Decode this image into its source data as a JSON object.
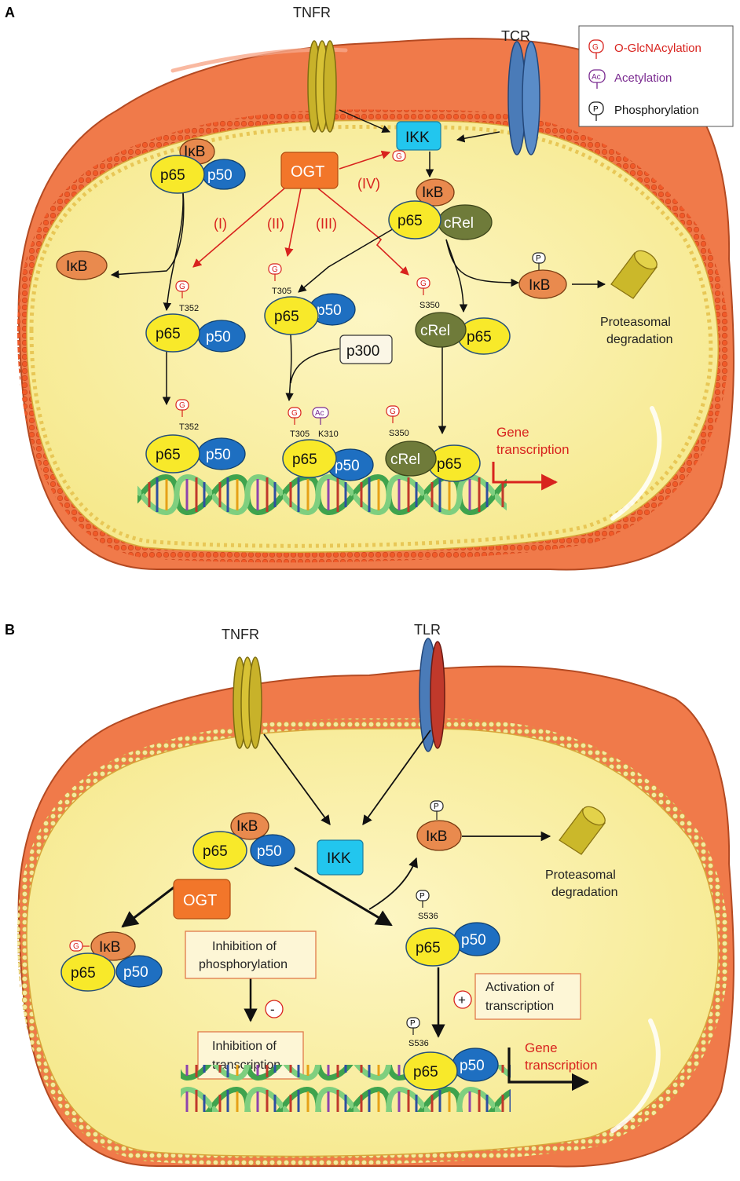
{
  "panels": {
    "a": {
      "letter": "A",
      "receptors": {
        "left": "TNFR",
        "right": "TCR"
      },
      "legend": {
        "glyph_g": "G",
        "glyph_ac": "Ac",
        "glyph_p": "P",
        "oglcnac": "O-GlcNAcylation",
        "acetylation": "Acetylation",
        "phosphorylation": "Phosphorylation"
      },
      "ikk": "IKK",
      "ogt": "OGT",
      "routes": [
        "(I)",
        "(II)",
        "(III)",
        "(IV)"
      ],
      "proteins": {
        "ikb": "IκB",
        "p65": "p65",
        "p50": "p50",
        "crel": "cRel",
        "p300": "p300"
      },
      "sites": {
        "t352": "T352",
        "t305": "T305",
        "s350": "S350",
        "k310": "K310"
      },
      "degradation": [
        "Proteasomal",
        "degradation"
      ],
      "gene": [
        "Gene",
        "transcription"
      ]
    },
    "b": {
      "letter": "B",
      "receptors": {
        "left": "TNFR",
        "right": "TLR"
      },
      "ikk": "IKK",
      "ogt": "OGT",
      "proteins": {
        "ikb": "IκB",
        "p65": "p65",
        "p50": "p50"
      },
      "glyph_p": "P",
      "glyph_g": "G",
      "site": "S536",
      "degradation": [
        "Proteasomal",
        "degradation"
      ],
      "inhibition_phos": [
        "Inhibition of",
        "phosphorylation"
      ],
      "inhibition_trans": [
        "Inhibition of",
        "transcription"
      ],
      "activation": [
        "Activation of",
        "transcription"
      ],
      "minus": "-",
      "plus": "+",
      "gene": [
        "Gene",
        "transcription"
      ]
    }
  },
  "colors": {
    "outer_membrane": "#f07a4a",
    "cytoplasm": "#fbf1a9",
    "p65": "#f8e92a",
    "p50": "#1e6fc1",
    "ikb": "#e98a4e",
    "crel": "#6f7b3a",
    "ogt": "#f2762a",
    "ikk": "#22c6ee",
    "oglcnac_red": "#d8231e",
    "acetyl_purple": "#7a2a90"
  }
}
